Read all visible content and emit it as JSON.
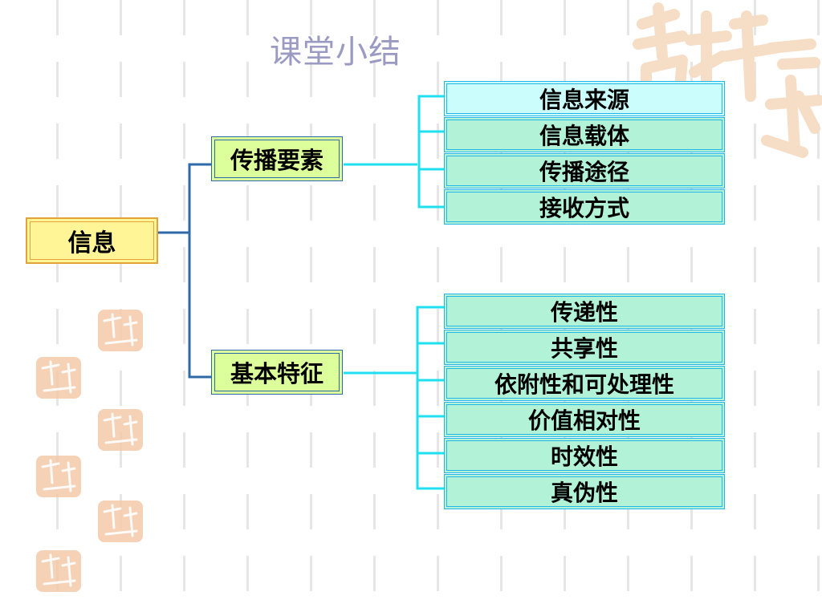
{
  "title": "课堂小结",
  "root": {
    "label": "信息"
  },
  "branches": [
    {
      "label": "传播要素",
      "items": [
        "信息来源",
        "信息载体",
        "传播途径",
        "接收方式"
      ]
    },
    {
      "label": "基本特征",
      "items": [
        "传递性",
        "共享性",
        "依附性和可处理性",
        "价值相对性",
        "时效性",
        "真伪性"
      ]
    }
  ],
  "colors": {
    "title": "#9a9ac2",
    "root_fill": "#fff596",
    "root_border": "#e3a23b",
    "branch_fill": "#ddff9b",
    "branch_border": "#2f6aa8",
    "leaf_fill": "#b2f3d8",
    "leaf_first_fill": "#ccfdfd",
    "leaf_border": "#24b6e6",
    "connector_root": "#2f6aa8",
    "connector_leaf": "#20e0f0"
  }
}
